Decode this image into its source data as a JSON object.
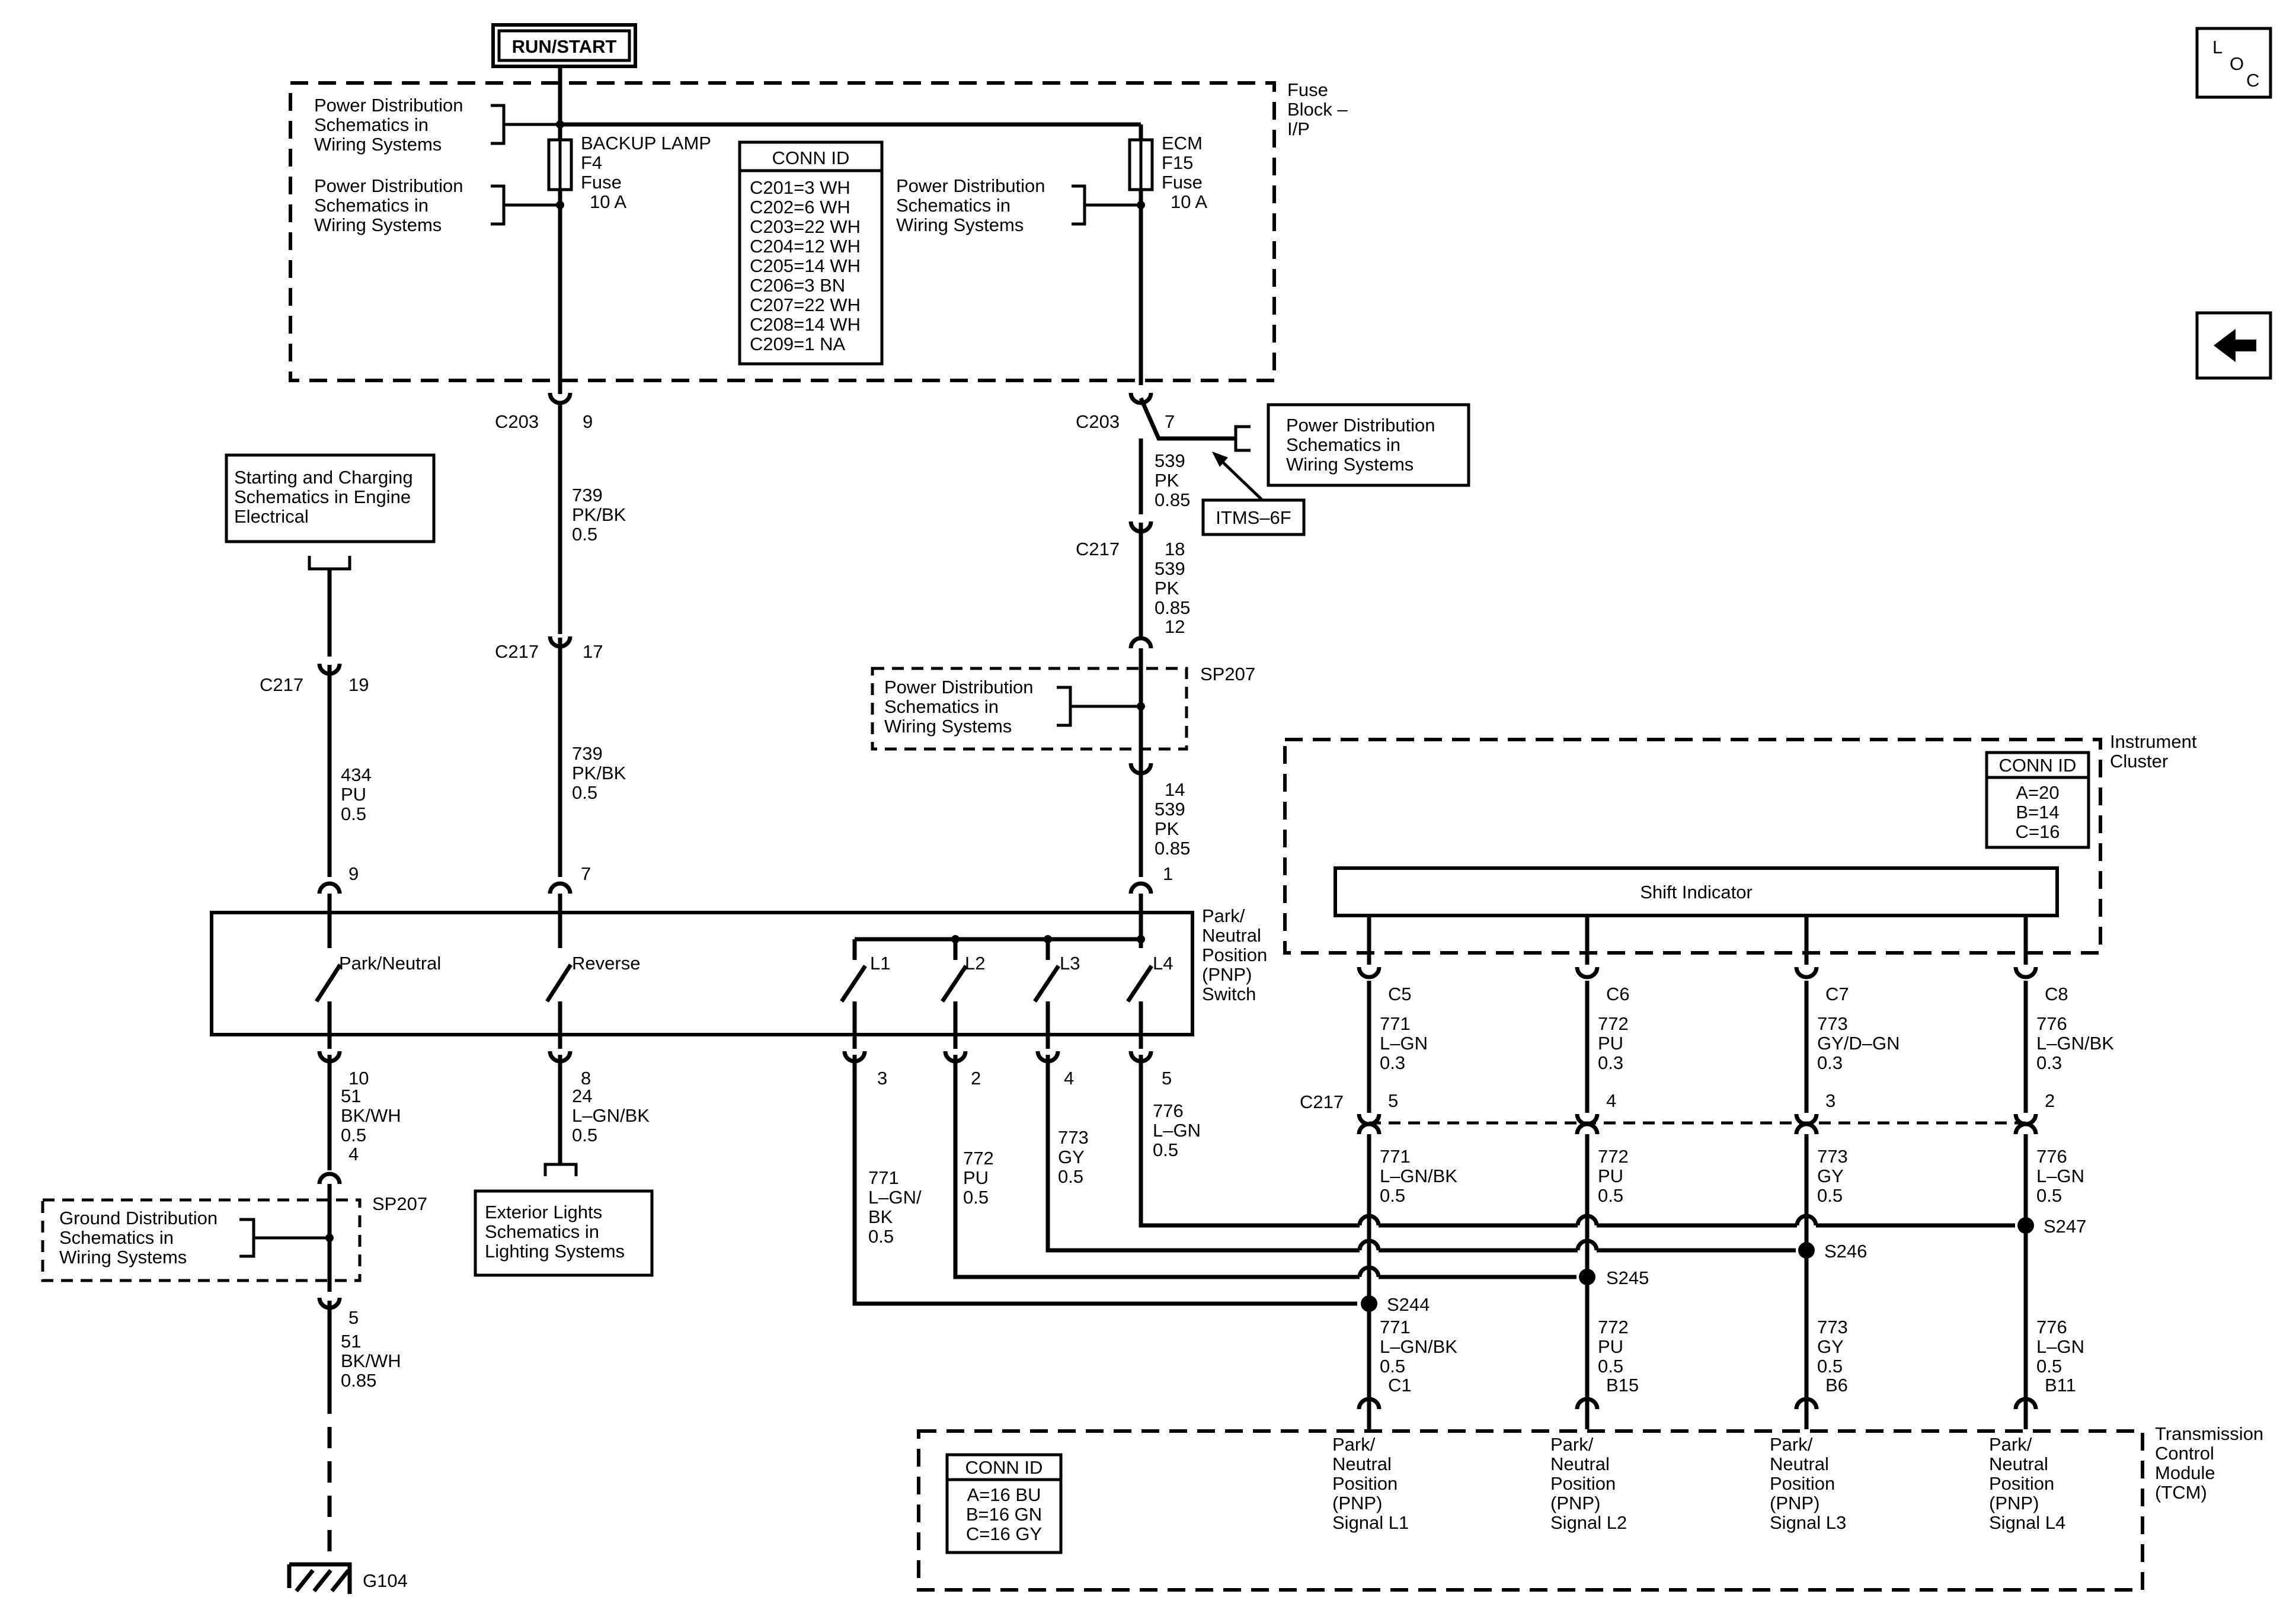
{
  "power_source": "RUN/START",
  "fuse_block": {
    "label": [
      "Fuse",
      "Block –",
      "I/P"
    ],
    "pd_left_1": [
      "Power Distribution",
      "Schematics in",
      "Wiring Systems"
    ],
    "pd_left_2": [
      "Power Distribution",
      "Schematics in",
      "Wiring Systems"
    ],
    "pd_right": [
      "Power Distribution",
      "Schematics in",
      "Wiring Systems"
    ],
    "fuse_backup": [
      "BACKUP LAMP",
      "F4",
      "Fuse",
      "10 A"
    ],
    "fuse_ecm": [
      "ECM",
      "F15",
      "Fuse",
      "10 A"
    ],
    "conn_id_title": "CONN ID",
    "conn_ids": [
      "C201=3 WH",
      "C202=6 WH",
      "C203=22 WH",
      "C204=12 WH",
      "C205=14 WH",
      "C206=3 BN",
      "C207=22 WH",
      "C208=14 WH",
      "C209=1 NA"
    ]
  },
  "connectors": {
    "c203_left": "C203",
    "c203_left_pin": "9",
    "c203_right": "C203",
    "c203_right_pin": "7",
    "c217_a": "C217",
    "c217_a_pin": "19",
    "c217_b": "C217",
    "c217_b_pin": "17",
    "c217_c": "C217",
    "c217_c_pin": "18",
    "c217_c_pin2": "12",
    "sp207_pin": "14",
    "c217_low": "C217",
    "c217_low_pins": [
      "5",
      "4",
      "3",
      "2"
    ]
  },
  "pd_c203": [
    "Power Distribution",
    "Schematics in",
    "Wiring Systems"
  ],
  "itms": "ITMS–6F",
  "starting_box": [
    "Starting and Charging",
    "Schematics in Engine",
    "Electrical"
  ],
  "wires": {
    "w739a": [
      "739",
      "PK/BK",
      "0.5"
    ],
    "w739b": [
      "739",
      "PK/BK",
      "0.5"
    ],
    "w539a": [
      "539",
      "PK",
      "0.85"
    ],
    "w539b": [
      "539",
      "PK",
      "0.85"
    ],
    "w539c": [
      "539",
      "PK",
      "0.85"
    ],
    "w434": [
      "434",
      "PU",
      "0.5"
    ],
    "w51a": [
      "51",
      "BK/WH",
      "0.5"
    ],
    "w51b": [
      "51",
      "BK/WH",
      "0.85"
    ],
    "w24": [
      "24",
      "L–GN/BK",
      "0.5"
    ],
    "w771": [
      "771",
      "L–GN/",
      "BK",
      "0.5"
    ],
    "w772": [
      "772",
      "PU",
      "0.5"
    ],
    "w773": [
      "773",
      "GY",
      "0.5"
    ],
    "w776": [
      "776",
      "L–GN",
      "0.5"
    ],
    "ic_wires": [
      [
        "771",
        "L–GN",
        "0.3"
      ],
      [
        "772",
        "PU",
        "0.3"
      ],
      [
        "773",
        "GY/D–GN",
        "0.3"
      ],
      [
        "776",
        "L–GN/BK",
        "0.3"
      ]
    ],
    "mid_wires": [
      [
        "771",
        "L–GN/BK",
        "0.5"
      ],
      [
        "772",
        "PU",
        "0.5"
      ],
      [
        "773",
        "GY",
        "0.5"
      ],
      [
        "776",
        "L–GN",
        "0.5"
      ]
    ],
    "low_wires": [
      [
        "771",
        "L–GN/BK",
        "0.5"
      ],
      [
        "772",
        "PU",
        "0.5"
      ],
      [
        "773",
        "GY",
        "0.5"
      ],
      [
        "776",
        "L–GN",
        "0.5"
      ]
    ]
  },
  "sp207_top": {
    "label": "SP207",
    "pd": [
      "Power Distribution",
      "Schematics in",
      "Wiring Systems"
    ]
  },
  "sp207_bottom": {
    "label": "SP207",
    "gd": [
      "Ground Distribution",
      "Schematics in",
      "Wiring Systems"
    ]
  },
  "pnp_switch": {
    "label": [
      "Park/",
      "Neutral",
      "Position",
      "(PNP)",
      "Switch"
    ],
    "top_pins": [
      "9",
      "7",
      "1"
    ],
    "contacts": [
      "Park/Neutral",
      "Reverse",
      "L1",
      "L2",
      "L3",
      "L4"
    ],
    "bottom_pins": [
      "10",
      "8",
      "3",
      "2",
      "4",
      "5"
    ],
    "sp207_pin": "4",
    "ground_pin": "5"
  },
  "exterior_box": [
    "Exterior Lights",
    "Schematics in",
    "Lighting Systems"
  ],
  "ground": "G104",
  "instrument_cluster": {
    "label": [
      "Instrument",
      "Cluster"
    ],
    "conn_id_title": "CONN ID",
    "conn_ids": [
      "A=20",
      "B=14",
      "C=16"
    ],
    "shift_indicator": "Shift Indicator",
    "pins": [
      "C5",
      "C6",
      "C7",
      "C8"
    ]
  },
  "splices": [
    "S244",
    "S245",
    "S246",
    "S247"
  ],
  "tcm": {
    "label": [
      "Transmission",
      "Control",
      "Module",
      "(TCM)"
    ],
    "conn_id_title": "CONN ID",
    "conn_ids": [
      "A=16 BU",
      "B=16 GN",
      "C=16 GY"
    ],
    "pins": [
      "C1",
      "B15",
      "B6",
      "B11"
    ],
    "signals": [
      [
        "Park/",
        "Neutral",
        "Position",
        "(PNP)",
        "Signal L1"
      ],
      [
        "Park/",
        "Neutral",
        "Position",
        "(PNP)",
        "Signal L2"
      ],
      [
        "Park/",
        "Neutral",
        "Position",
        "(PNP)",
        "Signal L3"
      ],
      [
        "Park/",
        "Neutral",
        "Position",
        "(PNP)",
        "Signal L4"
      ]
    ]
  },
  "nav": {
    "loc_letters": [
      "L",
      "O",
      "C"
    ],
    "back_icon": "left-arrow-icon"
  }
}
